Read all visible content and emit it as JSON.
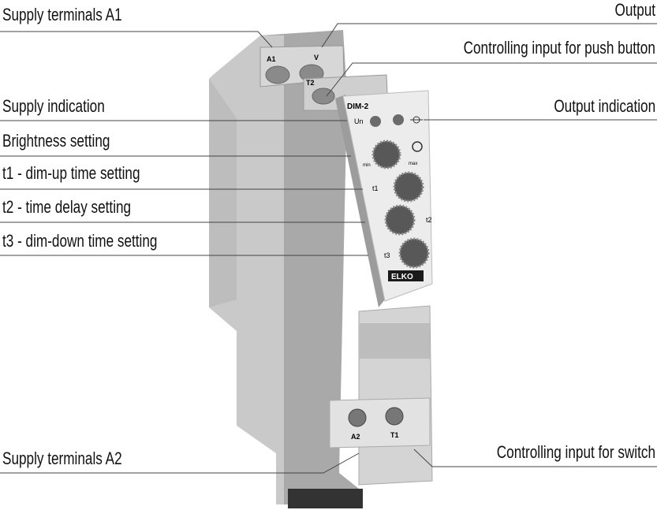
{
  "labels": {
    "supply_a1": "Supply terminals A1",
    "output": "Output",
    "push_button": "Controlling input for push button",
    "supply_indication": "Supply indication",
    "output_indication": "Output indication",
    "brightness": "Brightness setting",
    "t1": "t1 - dim-up time setting",
    "t2": "t2 - time delay setting",
    "t3": "t3 - dim-down time setting",
    "supply_a2": "Supply terminals A2",
    "switch_input": "Controlling input for switch"
  },
  "device": {
    "model": "DIM-2",
    "brand": "ELKO",
    "terminal_a1": "A1",
    "terminal_out": "V",
    "terminal_t2": "T2",
    "terminal_a2": "A2",
    "terminal_t1": "T1",
    "led_label": "Un",
    "min": "min",
    "max": "max",
    "t1_mark": "t1",
    "t2_mark": "t2",
    "t3_mark": "t3"
  }
}
